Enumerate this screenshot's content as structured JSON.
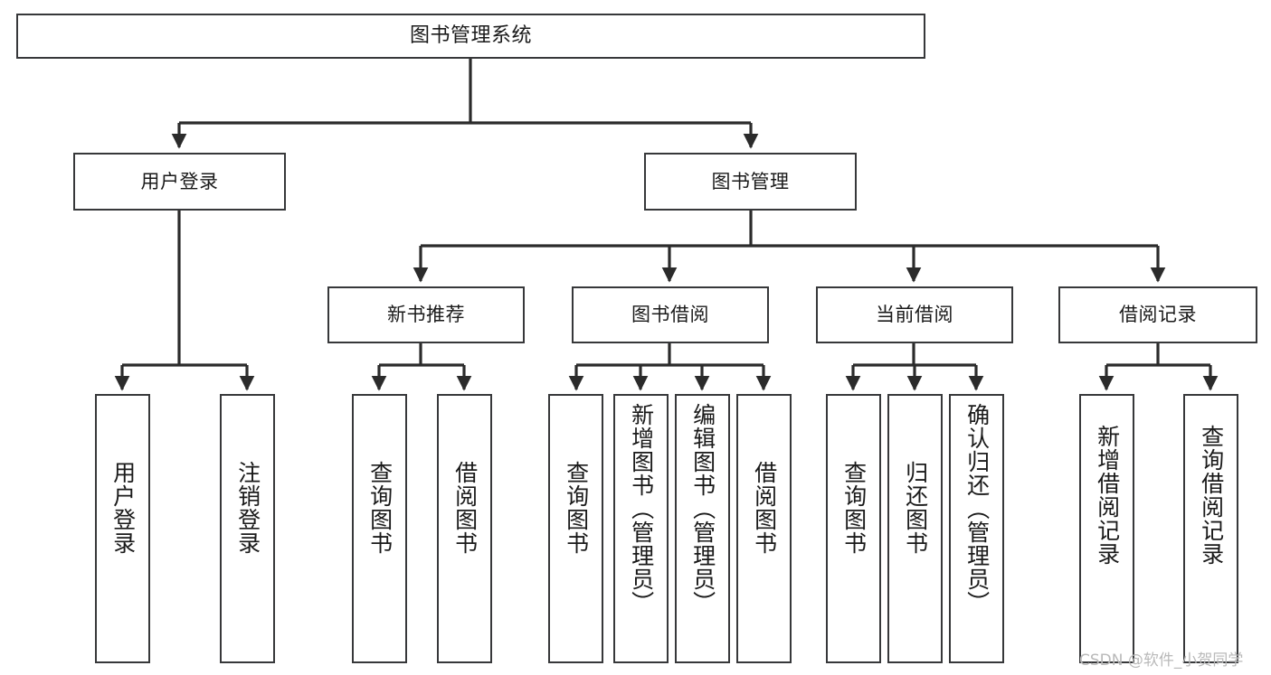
{
  "diagram": {
    "title": "图书管理系统",
    "type": "hierarchy-tree",
    "watermark": "CSDN @软件_小贺同学",
    "colors": {
      "border": "#37383a",
      "fill": "#ffffff",
      "text": "#1a1a1a",
      "line": "#2b2b2b",
      "watermark": "#b9b9b9"
    },
    "levels": {
      "root": "图书管理系统",
      "level2": [
        "用户登录",
        "图书管理"
      ],
      "level3": [
        "新书推荐",
        "图书借阅",
        "当前借阅",
        "借阅记录"
      ]
    },
    "nodes": {
      "root": {
        "label": "图书管理系统"
      },
      "user_login": {
        "label": "用户登录"
      },
      "book_manage": {
        "label": "图书管理"
      },
      "new_book_rec": {
        "label": "新书推荐"
      },
      "book_borrow": {
        "label": "图书借阅"
      },
      "current_borrow": {
        "label": "当前借阅"
      },
      "borrow_record": {
        "label": "借阅记录"
      },
      "leaf_user_login": {
        "label": "用户登录"
      },
      "leaf_logout": {
        "label": "注销登录"
      },
      "leaf_query_book_1": {
        "label": "查询图书"
      },
      "leaf_borrow_book_1": {
        "label": "借阅图书"
      },
      "leaf_query_book_2": {
        "label": "查询图书"
      },
      "leaf_add_book": {
        "label": "新增图书（管理员）"
      },
      "leaf_edit_book": {
        "label": "编辑图书（管理员）"
      },
      "leaf_borrow_book_2": {
        "label": "借阅图书"
      },
      "leaf_query_book_3": {
        "label": "查询图书"
      },
      "leaf_return_book": {
        "label": "归还图书"
      },
      "leaf_confirm_return": {
        "label": "确认归还（管理员）"
      },
      "leaf_add_record": {
        "label": "新增借阅记录"
      },
      "leaf_query_record": {
        "label": "查询借阅记录"
      }
    }
  }
}
